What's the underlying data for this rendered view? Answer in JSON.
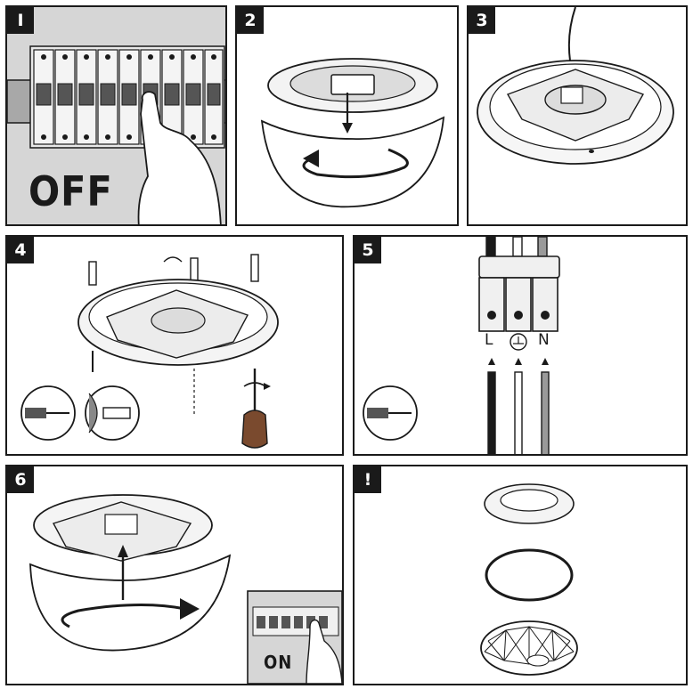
{
  "steps": [
    {
      "badge": "I",
      "caption": "OFF"
    },
    {
      "badge": "2"
    },
    {
      "badge": "3"
    },
    {
      "badge": "4"
    },
    {
      "badge": "5",
      "terminal_labels": [
        "L",
        "N"
      ]
    },
    {
      "badge": "6",
      "caption": "ON"
    },
    {
      "badge": "!"
    }
  ],
  "colors": {
    "ink": "#1a1a1a",
    "panel_gray": "#d9d9d9",
    "breaker_gray": "#9a9a9a",
    "screwdriver_brown": "#7a4a2e"
  }
}
